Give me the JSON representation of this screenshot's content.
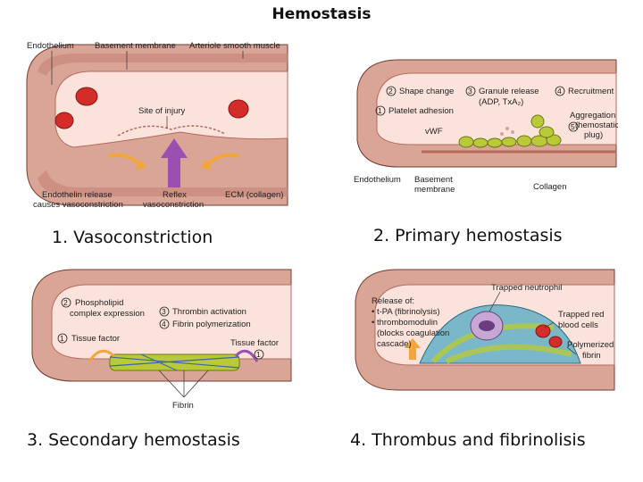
{
  "title": "Hemostasis",
  "colors": {
    "vessel_wall": "#d9a596",
    "lumen": "#fbe3dc",
    "muscle_layer": "#c8877a",
    "blood_cell": "#d42b2b",
    "platelet": "#b9c93a",
    "arrow_orange": "#f2a53a",
    "arrow_purple": "#9b4fb0"
  },
  "panel1": {
    "caption": "1. Vasoconstriction",
    "labels": {
      "endothelium": "Endothelium",
      "basement": "Basement membrane",
      "smooth_muscle": "Arteriole smooth muscle",
      "injury": "Site of injury",
      "endothelin_1": "Endothelin release",
      "endothelin_2": "causes vasoconstriction",
      "reflex_1": "Reflex",
      "reflex_2": "vasoconstriction",
      "ecm": "ECM (collagen)"
    }
  },
  "panel2": {
    "caption": "2. Primary hemostasis",
    "labels": {
      "shape_change": "Shape change",
      "granule_1": "Granule release",
      "granule_2": "(ADP, TxA₂)",
      "recruitment": "Recruitment",
      "adhesion": "Platelet adhesion",
      "aggregation_1": "Aggregation",
      "aggregation_2": "(hemostatic",
      "aggregation_3": "plug)",
      "vwf": "vWF",
      "endothelium": "Endothelium",
      "basement_1": "Basement",
      "basement_2": "membrane",
      "collagen": "Collagen"
    },
    "numbers": [
      "1",
      "2",
      "3",
      "4",
      "5"
    ]
  },
  "panel3": {
    "caption": "3. Secondary hemostasis",
    "labels": {
      "phospholipid_1": "Phospholipid",
      "phospholipid_2": "complex expression",
      "thrombin": "Thrombin activation",
      "fibrin_poly": "Fibrin polymerization",
      "tissue_factor_left": "Tissue factor",
      "tissue_factor_right": "Tissue factor",
      "fibrin": "Fibrin"
    },
    "numbers": [
      "1",
      "2",
      "3",
      "4",
      "1"
    ]
  },
  "panel4": {
    "caption": "4. Thrombus and fibrinolisis",
    "labels": {
      "release": "Release of:",
      "tpa": "• t-PA (fibrinolysis)",
      "tm": "• thrombomodulin",
      "blocks_1": "(blocks coagulation",
      "blocks_2": "cascade)",
      "neutrophil": "Trapped neutrophil",
      "red_1": "Trapped red",
      "red_2": "blood cells",
      "poly_1": "Polymerized",
      "poly_2": "fibrin"
    }
  }
}
